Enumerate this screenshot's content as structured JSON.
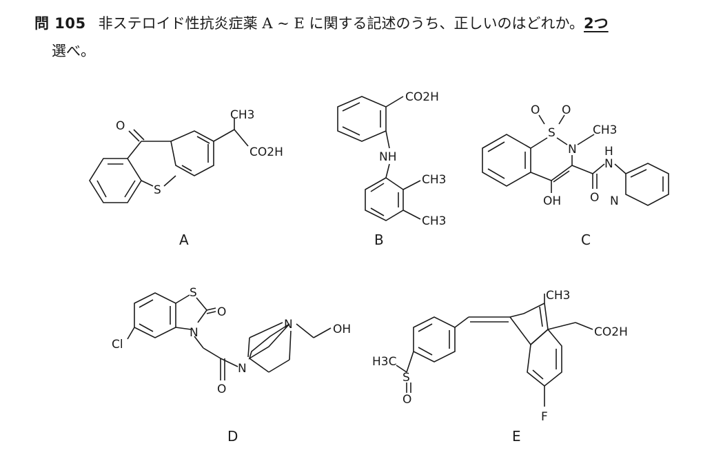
{
  "question": {
    "number": "問 105",
    "text": "非ステロイド性抗炎症薬 A ~ E に関する記述のうち、正しいのはどれか。",
    "count": "2つ",
    "text_line2": "選べ。"
  },
  "compounds": [
    {
      "label": "A",
      "atoms": [
        "O",
        "S",
        "CH3",
        "CO2H"
      ]
    },
    {
      "label": "B",
      "atoms": [
        "CO2H",
        "NH",
        "CH3",
        "CH3"
      ]
    },
    {
      "label": "C",
      "atoms": [
        "O",
        "O",
        "S",
        "N",
        "CH3",
        "H",
        "N",
        "OH",
        "O",
        "N"
      ]
    },
    {
      "label": "D",
      "atoms": [
        "S",
        "O",
        "Cl",
        "N",
        "N",
        "N",
        "OH",
        "O"
      ]
    },
    {
      "label": "E",
      "atoms": [
        "CH3",
        "CO2H",
        "H3C",
        "S",
        "O",
        "F"
      ]
    }
  ]
}
